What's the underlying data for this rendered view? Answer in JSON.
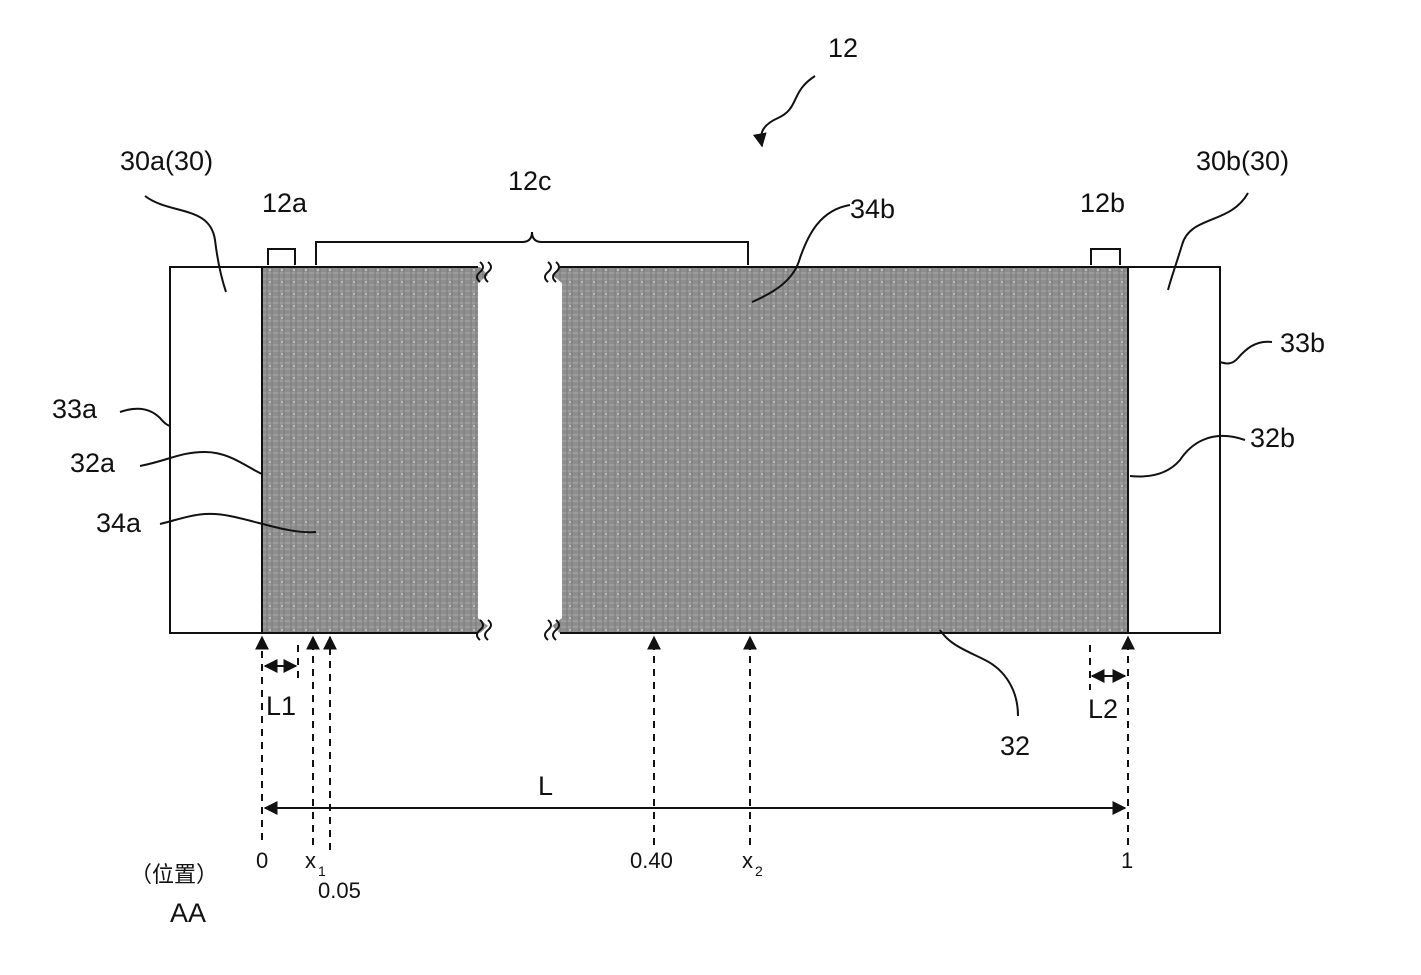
{
  "figure_number": "12",
  "labels": {
    "end_cap_a": "30a(30)",
    "end_cap_b": "30b(30)",
    "edge_a": "12a",
    "edge_b": "12b",
    "center": "12c",
    "surface_top": "34b",
    "surface_left": "34a",
    "cap_side_a": "33a",
    "cap_side_b": "33b",
    "interface_a": "32a",
    "interface_b": "32b",
    "body": "32",
    "dim_l1": "L1",
    "dim_l2": "L2",
    "dim_l": "L"
  },
  "positions": {
    "p0": "0",
    "x1": "x",
    "x1_sub": "1",
    "p005": "0.05",
    "p040": "0.40",
    "x2": "x",
    "x2_sub": "2",
    "p1": "1",
    "axis_title": "（位置）",
    "axis_label": "AA"
  },
  "colors": {
    "line": "#111111",
    "body_fill": "#8e8e8e"
  }
}
